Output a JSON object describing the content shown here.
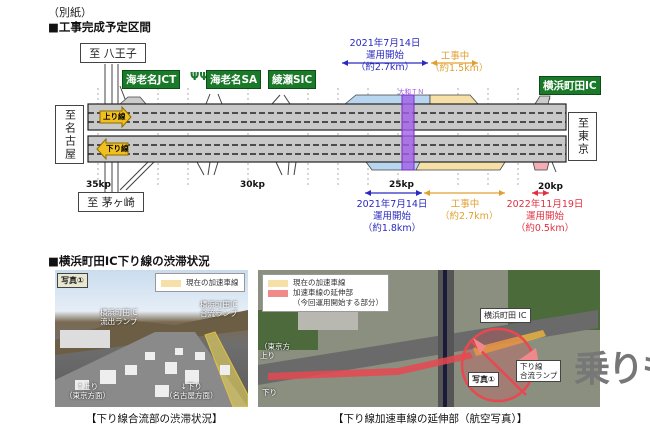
{
  "header": {
    "attachment": "（別紙）",
    "section1_title": "■工事完成予定区間",
    "section2_title": "■横浜町田IC下り線の渋滞状況"
  },
  "diagram": {
    "to_hachioji": "至 八王子",
    "to_nagoya": "至名古屋",
    "to_tokyo": "至東京",
    "to_chigasaki": "至 茅ヶ崎",
    "signs": [
      "海老名JCT",
      "海老名SA",
      "綾瀬SIC",
      "横浜町田IC"
    ],
    "sa_icon": "restaurant-icon",
    "tunnel": "大和ＴＮ",
    "up_line": "上り線",
    "down_line": "下り線",
    "kp": [
      "35kp",
      "30kp",
      "25kp",
      "20kp"
    ],
    "upper_open": {
      "date": "2021年7月14日",
      "status": "運用開始",
      "length": "（約2.7km）"
    },
    "upper_work": {
      "status": "工事中",
      "length": "（約1.5km）"
    },
    "lower_open": {
      "date": "2021年7月14日",
      "status": "運用開始",
      "length": "（約1.8km）"
    },
    "lower_work": {
      "status": "工事中",
      "length": "（約2.7km）"
    },
    "lower_new": {
      "date": "2022年11月19日",
      "status": "運用開始",
      "length": "（約0.5km）"
    },
    "colors": {
      "open": "#2a2ac0",
      "work": "#e0a030",
      "new": "#e03040",
      "sign": "#1a7a2a",
      "tunnel": "#9a4ce0"
    }
  },
  "photo1": {
    "tag": "写真①",
    "legend": "現在の加速車線",
    "merge_ramp": "横浜町田IC\n合流ランプ",
    "exit_ramp": "横浜町田IC\n流出ランプ",
    "up": "↑上り\n（東京方面）",
    "down": "↓下り\n（名古屋方面）",
    "caption": "【下り線合流部の渋滞状況】"
  },
  "photo2": {
    "legend_current": "現在の加速車線",
    "legend_ext": "加速車線の延伸部",
    "legend_ext_note": "（今回運用開始する部分）",
    "ic_label": "横浜町田 IC",
    "ramp_label": "下り線\n合流ランプ",
    "photo_tag": "写真①",
    "tokyo": "（東京方\n上り",
    "down": "下り",
    "caption": "【下り線加速車線の延伸部（航空写真）】"
  },
  "watermark": "乗りものニュース"
}
